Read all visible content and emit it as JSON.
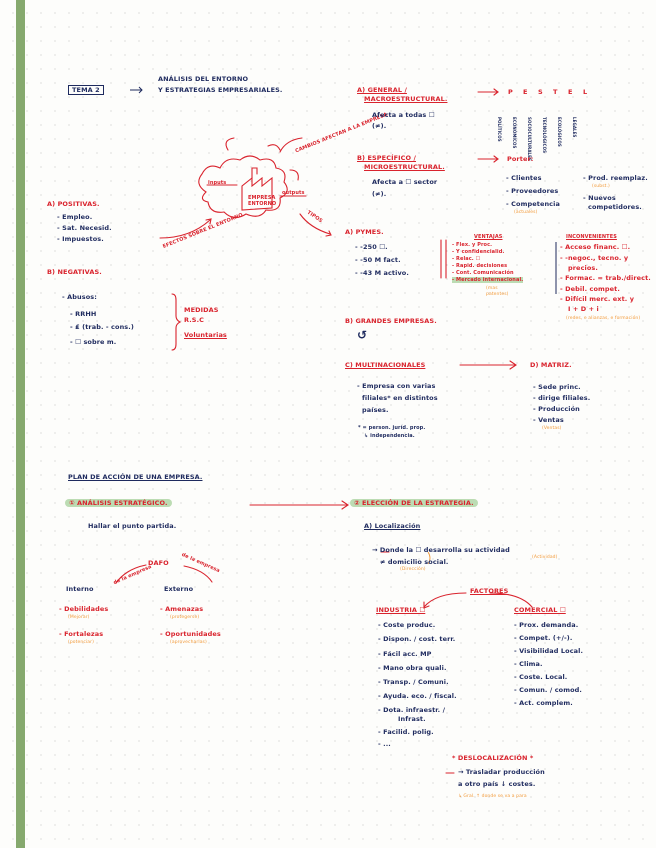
{
  "title": {
    "tema": "TEMA 2",
    "line1": "ANÁLISIS DEL ENTORNO",
    "line2": "Y ESTRATEGIAS EMPRESARIALES."
  },
  "diagram": {
    "cloud_top": "CAMBIOS AFECTAN A LA EMPRESA",
    "inputs": "inputs",
    "outputs": "outputs",
    "center1": "EMPRESA",
    "center2": "ENTORNO",
    "left_arrow": "EFECTOS SOBRE EL ENTORNO",
    "right_arrow": "TIPOS"
  },
  "positives": {
    "heading": "A) POSITIVAS.",
    "items": [
      "- Empleo.",
      "- Sat. Necesid.",
      "- Impuestos."
    ]
  },
  "negatives": {
    "heading": "B) NEGATIVAS.",
    "abusos": "- Abusos:",
    "items": [
      "- RRHH",
      "- ₤ (trab. - cons.)",
      "- ☐ sobre m."
    ],
    "medidas": [
      "MEDIDAS",
      "R.S.C"
    ],
    "voluntarias": "Voluntarias"
  },
  "entorno": {
    "general": [
      "A) GENERAL /",
      "MACROESTRUCTURAL."
    ],
    "general_desc": [
      "Afecta a todas ☐",
      "(≠)."
    ],
    "pestel": [
      "P",
      "E",
      "S",
      "T",
      "E",
      "L"
    ],
    "pestel_words": [
      "POLÍTICOS",
      "ECONÓMICOS",
      "SOCIOCULTURALES",
      "TECNOLÓGICOS",
      "ECOLÓGICOS",
      "LEGALES"
    ],
    "especifico": [
      "B) ESPECÍFICO /",
      "MICROESTRUCTURAL."
    ],
    "especifico_desc": [
      "Afecta a ☐ sector",
      "(≠)."
    ],
    "porter": "Porter:",
    "porter_left": [
      "- Clientes",
      "- Proveedores",
      "- Competencia"
    ],
    "porter_left_note": "(actuales)",
    "porter_right": [
      "- Prod. reemplaz.",
      "(subst.)",
      "- Nuevos",
      "competidores."
    ]
  },
  "pymes": {
    "heading": "A) PYMES.",
    "items": [
      "- -250 ☐.",
      "- -50 M fact.",
      "- -43 M activo."
    ],
    "ventajas_title": "VENTAJAS",
    "ventajas": [
      "- Flex. y Proc.",
      "- Y confidencialid.",
      "- Relac. ☐",
      "- Rapid. decisiones",
      "- Cont. Comunicación",
      "- Mercado internacional."
    ],
    "ventajas_note": [
      "(mas",
      "patentes)"
    ],
    "inconv_title": "INCONVENIENTES",
    "inconv": [
      "- Acceso financ. ☐.",
      "- -negoc., tecno. y",
      "precios.",
      "- Formac. = trab./direct.",
      "- Debil. compet.",
      "- Difícil merc. ext. y",
      "I + D + i"
    ],
    "inconv_note": "(redes, e alianzas, e formación)"
  },
  "grandes": {
    "heading": "B) GRANDES EMPRESAS.",
    "icon": "↺"
  },
  "multinacionales": {
    "heading": "C) MULTINACIONALES",
    "desc": [
      "- Empresa con varias",
      "filiales* en distintos",
      "países."
    ],
    "note": [
      "* = person. juríd. prop.",
      "↳ independencia."
    ],
    "matriz": "D) MATRIZ.",
    "matriz_items": [
      "- Sede princ.",
      "- dirige filiales.",
      "- Producción",
      "- Ventas"
    ],
    "matriz_note": "(Ventas)"
  },
  "plan": {
    "heading": "PLAN DE ACCIÓN DE UNA EMPRESA.",
    "step1": "① ANÁLISIS ESTRATÉGICO.",
    "step1_desc": "Hallar el punto partida.",
    "dafo": "DAFO",
    "dafo_left_arrow": "de la empresa",
    "dafo_right_arrow": "de la empresa",
    "interno": "Interno",
    "externo": "Externo",
    "debil": "- Debilidades",
    "debil_note": "(Mejorar)",
    "fortal": "- Fortalezas",
    "fortal_note": "(potenciar)",
    "amen": "- Amenazas",
    "amen_note": "(protegerse)",
    "oport": "- Oportunidades",
    "oport_note": "(aprovecharlas)",
    "step2": "② ELECCIÓN DE LA ESTRATEGIA.",
    "localizacion": "A) Localización",
    "loc_desc": [
      "→ Donde la ☐ desarrolla su actividad",
      "≠ domicilio social."
    ],
    "loc_note1": "(Actividad)",
    "loc_note2": "(Dirección)",
    "factores": "FACTORES",
    "industria": "INDUSTRIA ☐",
    "ind_items": [
      "- Coste produc.",
      "- Dispon. / cost. terr.",
      "- Fácil acc. MP",
      "- Mano obra quali.",
      "- Transp. / Comuni.",
      "- Ayuda. eco. / fiscal.",
      "- Dota. infraestr. /",
      "Infrast.",
      "- Facilid. polig.",
      "- ..."
    ],
    "comercial": "COMERCIAL ☐",
    "com_items": [
      "- Prox. demanda.",
      "- Compet. (+/-).",
      "- Visibilidad Local.",
      "- Clima.",
      "- Coste. Local.",
      "- Comun. / comod.",
      "- Act. complem."
    ],
    "desloc": "* DESLOCALIZACIÓN *",
    "desloc_desc": [
      "→ Trasladar producción",
      "a otro país ↓ costes."
    ],
    "desloc_note": "↳ Gral. ↑ donde se va a para"
  }
}
